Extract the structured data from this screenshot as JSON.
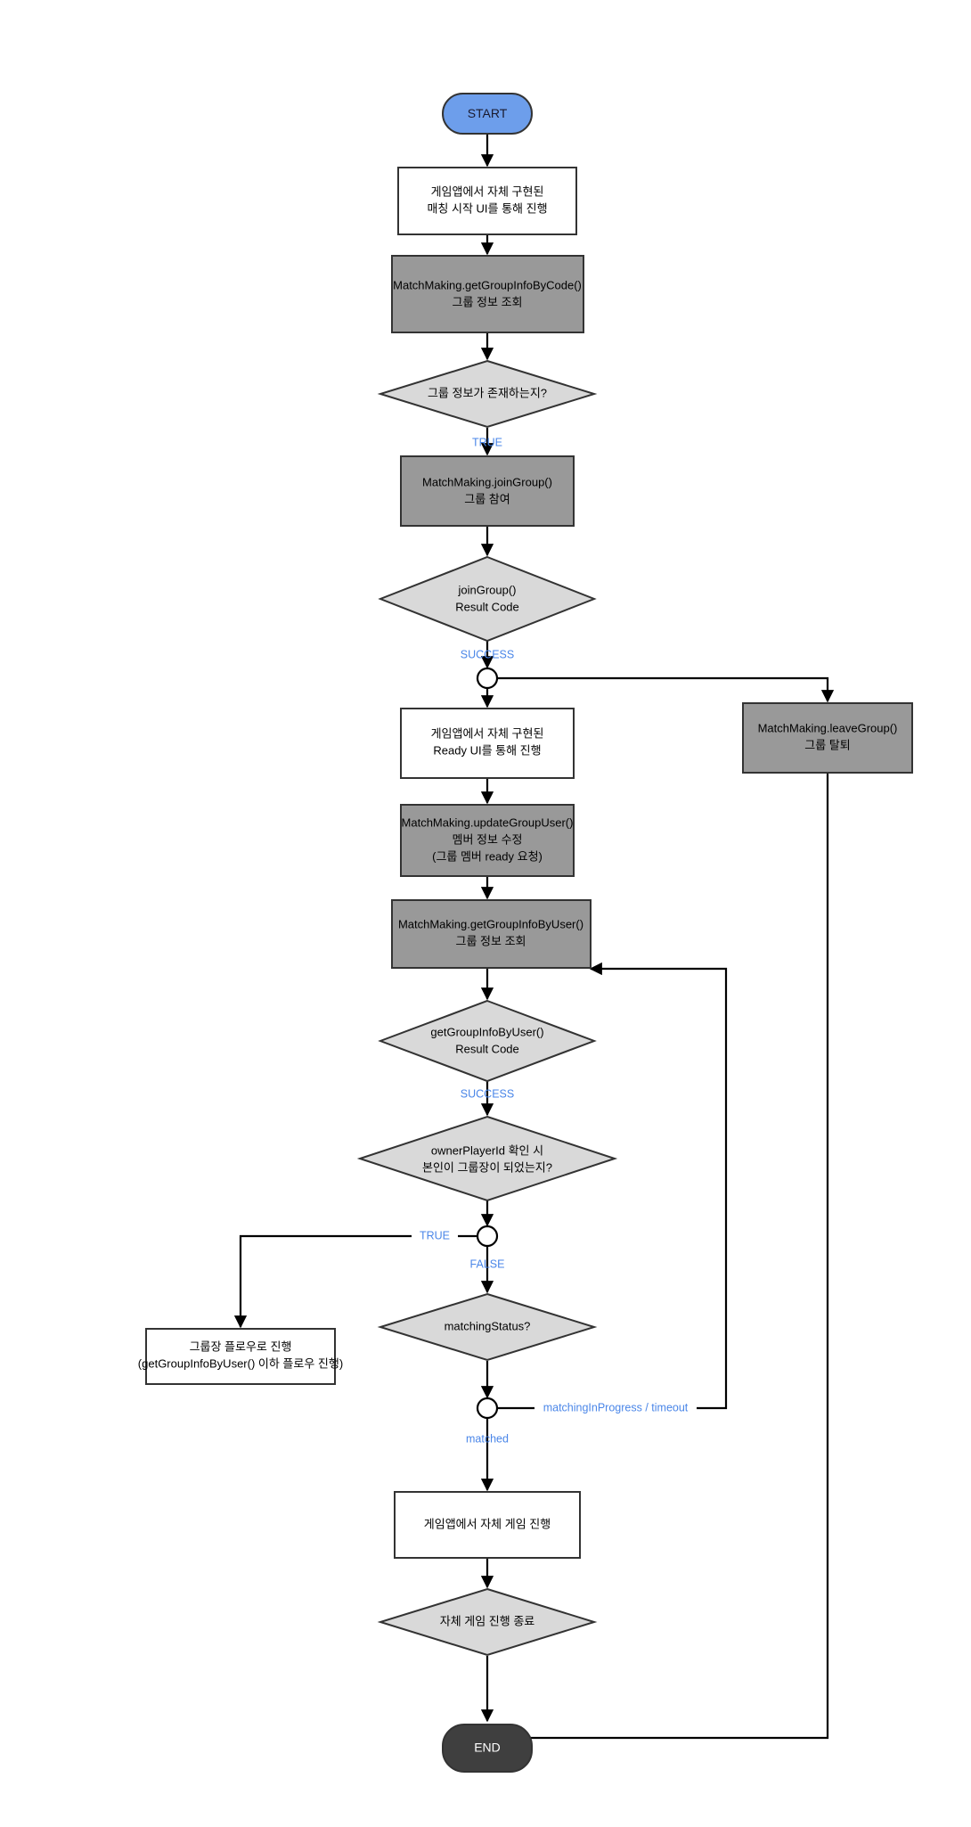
{
  "diagram": {
    "title": "MatchMaking Group Join Flowchart",
    "colors": {
      "start_fill": "#6d9eeb",
      "end_fill": "#3f3f3f",
      "process_fill": "#999999",
      "plain_fill": "#ffffff",
      "decision_fill": "#d9d9d9",
      "stroke": "#333333",
      "edge": "#000000",
      "edge_label": "#4a86e8"
    },
    "nodes": [
      {
        "id": "start",
        "type": "terminator",
        "lines": [
          "START"
        ]
      },
      {
        "id": "matching-start-ui",
        "type": "plain-box",
        "lines": [
          "게임앱에서 자체 구현된",
          "매칭 시작 UI를 통해 진행"
        ]
      },
      {
        "id": "get-group-info-by-code",
        "type": "process",
        "lines": [
          "MatchMaking.getGroupInfoByCode()",
          "그룹 정보 조회"
        ]
      },
      {
        "id": "group-info-exists",
        "type": "decision",
        "lines": [
          "그룹 정보가 존재하는지?"
        ]
      },
      {
        "id": "join-group",
        "type": "process",
        "lines": [
          "MatchMaking.joinGroup()",
          "그룹 참여"
        ]
      },
      {
        "id": "join-group-result",
        "type": "decision",
        "lines": [
          "joinGroup()",
          "Result Code"
        ]
      },
      {
        "id": "leave-group",
        "type": "process",
        "lines": [
          "MatchMaking.leaveGroup()",
          "그룹 탈퇴"
        ]
      },
      {
        "id": "ready-ui",
        "type": "plain-box",
        "lines": [
          "게임앱에서 자체 구현된",
          "Ready UI를 통해 진행"
        ]
      },
      {
        "id": "update-group-user",
        "type": "process",
        "lines": [
          "MatchMaking.updateGroupUser()",
          "멤버 정보 수정",
          "(그룹 멤버 ready 요청)"
        ]
      },
      {
        "id": "get-group-info-by-user",
        "type": "process",
        "lines": [
          "MatchMaking.getGroupInfoByUser()",
          "그룹 정보 조회"
        ]
      },
      {
        "id": "get-group-info-by-user-result",
        "type": "decision",
        "lines": [
          "getGroupInfoByUser()",
          "Result Code"
        ]
      },
      {
        "id": "owner-player-id-check",
        "type": "decision",
        "lines": [
          "ownerPlayerId 확인 시",
          "본인이 그룹장이 되었는지?"
        ]
      },
      {
        "id": "group-owner-flow",
        "type": "plain-box",
        "lines": [
          "그룹장 플로우로 진행",
          "(getGroupInfoByUser() 이하 플로우 진행)"
        ]
      },
      {
        "id": "matching-status",
        "type": "decision",
        "lines": [
          "matchingStatus?"
        ]
      },
      {
        "id": "own-game-progress",
        "type": "plain-box",
        "lines": [
          "게임앱에서 자체 게임 진행"
        ]
      },
      {
        "id": "own-game-end",
        "type": "decision",
        "lines": [
          "자체 게임 진행 종료"
        ]
      },
      {
        "id": "end",
        "type": "terminator",
        "lines": [
          "END"
        ]
      }
    ],
    "edge_labels": [
      {
        "id": "edge-true-group-exists",
        "text": "TRUE"
      },
      {
        "id": "edge-success-join",
        "text": "SUCCESS"
      },
      {
        "id": "edge-success-getinfo",
        "text": "SUCCESS"
      },
      {
        "id": "edge-true-owner",
        "text": "TRUE"
      },
      {
        "id": "edge-false-owner",
        "text": "FALSE"
      },
      {
        "id": "edge-matching-inprogress-timeout",
        "text": "matchingInProgress / timeout"
      },
      {
        "id": "edge-matched",
        "text": "matched"
      }
    ]
  }
}
